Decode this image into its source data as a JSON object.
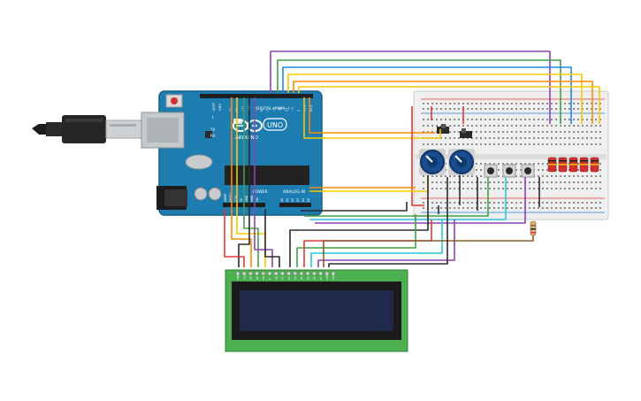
{
  "arduino": {
    "brand": "ARDUINO",
    "model": "UNO",
    "digital_label": "DIGITAL (PWM~)",
    "power_label": "POWER",
    "analog_label": "ANALOG IN",
    "aref_label": "AREF",
    "gnd_label": "GND",
    "tx_label": "TX",
    "rx_label": "RX",
    "l_label": "L",
    "digital_pins": [
      "13",
      "12",
      "~11",
      "~10",
      "~9",
      "8",
      "7",
      "~6",
      "~5",
      "4",
      "~3",
      "2",
      "TX 1",
      "RX 0"
    ],
    "power_pins": [
      "IOREF",
      "RESET",
      "3.3V",
      "5V",
      "GND",
      "GND",
      "Vin"
    ],
    "analog_pins": [
      "A0",
      "A1",
      "A2",
      "A3",
      "A4",
      "A5"
    ]
  },
  "lcd": {
    "pins": [
      "GND",
      "VCC",
      "V0",
      "RS",
      "RW",
      "E",
      "D0",
      "D1",
      "D2",
      "D3",
      "D4",
      "D5",
      "D6",
      "D7",
      "LED",
      "LED"
    ]
  },
  "wire_colors": {
    "red": "#e53935",
    "black": "#2b2b2b",
    "green": "#43a047",
    "blue": "#1e88e5",
    "yellow": "#f9c800",
    "orange": "#fb8c00",
    "purple": "#8e44ad",
    "cyan": "#26c6da",
    "brown": "#8d5a2b"
  }
}
